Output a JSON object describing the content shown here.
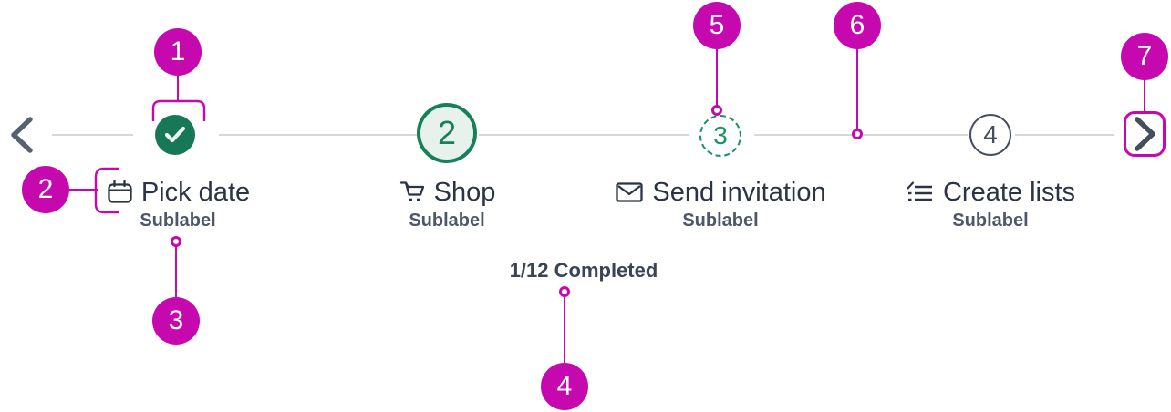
{
  "colors": {
    "annotation_magenta": "#c609ae",
    "completed_green": "#177857",
    "active_green": "#17805b",
    "active_fill": "#e8f2ed",
    "dashed_green": "#1d9364",
    "inactive_slate": "#454e5e",
    "label_navy": "#2b3444",
    "sublabel_gray": "#4d5768",
    "connector_gray": "#d5d7db"
  },
  "stepper": {
    "prev_icon": "chevron-left-icon",
    "next_icon": "chevron-right-icon",
    "progress_text": "1/12 Completed",
    "steps": [
      {
        "state": "completed",
        "indicator": "check-icon",
        "icon": "calendar-icon",
        "label": "Pick date",
        "sublabel": "Sublabel"
      },
      {
        "state": "active",
        "number": "2",
        "icon": "cart-icon",
        "label": "Shop",
        "sublabel": "Sublabel"
      },
      {
        "state": "next",
        "number": "3",
        "icon": "envelope-icon",
        "label": "Send invitation",
        "sublabel": "Sublabel"
      },
      {
        "state": "upcoming",
        "number": "4",
        "icon": "list-icon",
        "label": "Create lists",
        "sublabel": "Sublabel"
      }
    ]
  },
  "annotations": [
    {
      "number": "1"
    },
    {
      "number": "2"
    },
    {
      "number": "3"
    },
    {
      "number": "4"
    },
    {
      "number": "5"
    },
    {
      "number": "6"
    },
    {
      "number": "7"
    }
  ]
}
